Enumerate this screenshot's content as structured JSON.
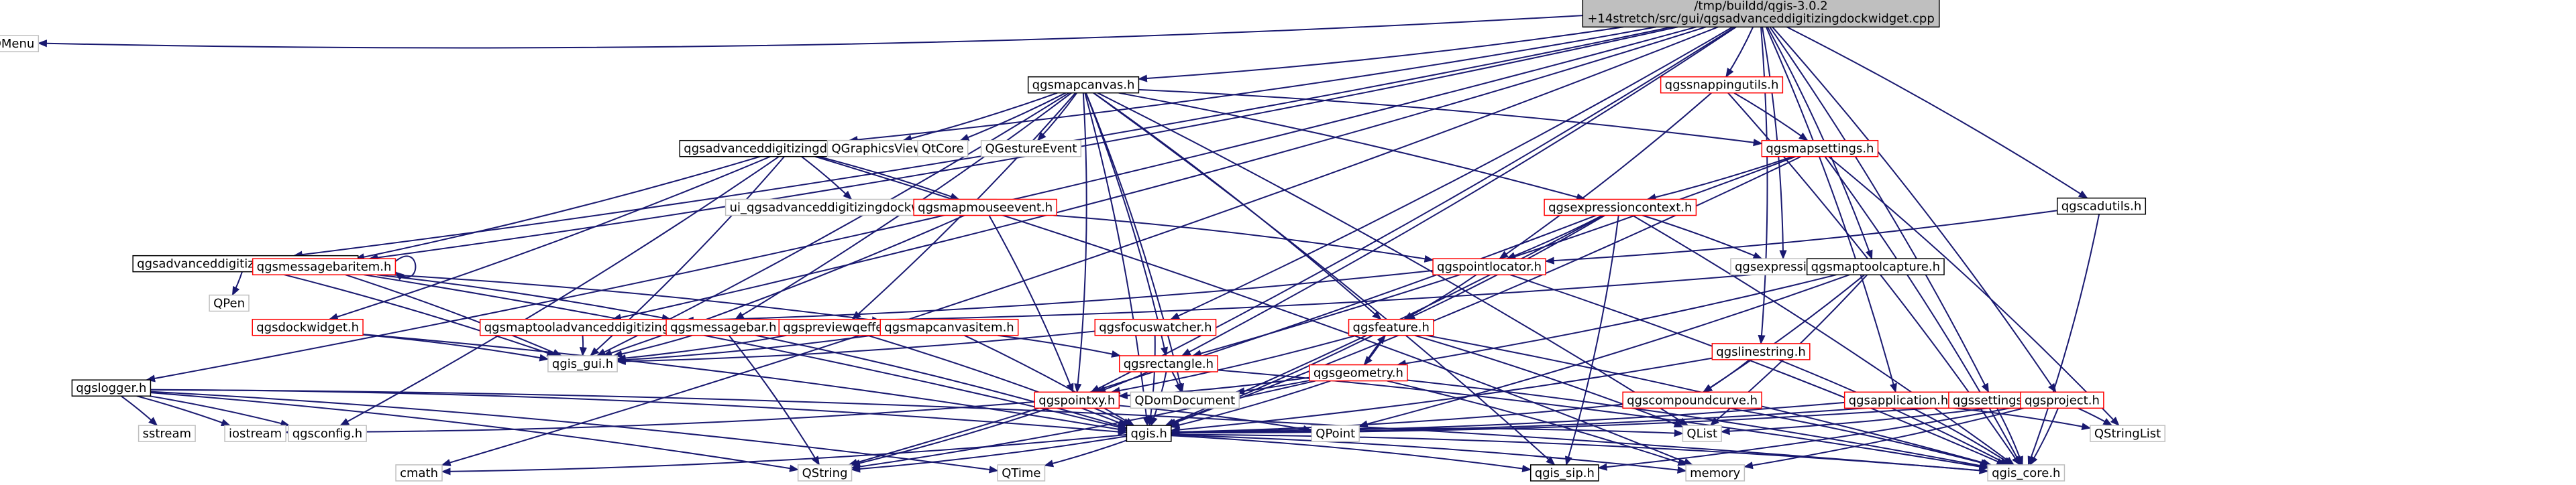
{
  "diagram": {
    "title": "Include dependency graph",
    "root": {
      "id": "root",
      "lines": [
        "/tmp/buildd/qgis-3.0.2",
        "+14stretch/src/gui/qgsadvanceddigitizingdockwidget.cpp"
      ]
    },
    "nodes": [
      {
        "id": "qmenu",
        "label": "QMenu",
        "style": "ext"
      },
      {
        "id": "qgsmapcanvas",
        "label": "qgsmapcanvas.h",
        "style": "black"
      },
      {
        "id": "qgssnappingutils",
        "label": "qgssnappingutils.h",
        "style": "red"
      },
      {
        "id": "qgsadvdock",
        "label": "qgsadvanceddigitizingdockwidget.h",
        "style": "black"
      },
      {
        "id": "qgsmapsettings",
        "label": "qgsmapsettings.h",
        "style": "red"
      },
      {
        "id": "qgscadutils",
        "label": "qgscadutils.h",
        "style": "black"
      },
      {
        "id": "uiadv",
        "label": "ui_qgsadvanceddigitizingdockwidgetbase.h",
        "style": "ext"
      },
      {
        "id": "qgsmapmouseevent",
        "label": "qgsmapmouseevent.h",
        "style": "red"
      },
      {
        "id": "qgsexpressioncontext",
        "label": "qgsexpressioncontext.h",
        "style": "red"
      },
      {
        "id": "qgraphicsview",
        "label": "QGraphicsView",
        "style": "ext"
      },
      {
        "id": "qtcore",
        "label": "QtCore",
        "style": "ext"
      },
      {
        "id": "qgestureevent",
        "label": "QGestureEvent",
        "style": "ext"
      },
      {
        "id": "qgsadvcanvasitem",
        "label": "qgsadvanceddigitizingcanvasitem.h",
        "style": "black"
      },
      {
        "id": "qgsmessagebaritem",
        "label": "qgsmessagebaritem.h",
        "style": "red"
      },
      {
        "id": "qgspointlocator",
        "label": "qgspointlocator.h",
        "style": "red"
      },
      {
        "id": "qgsexpression",
        "label": "qgsexpression.h",
        "style": "ext"
      },
      {
        "id": "qgsmaptoolcapture",
        "label": "qgsmaptoolcapture.h",
        "style": "black"
      },
      {
        "id": "qpen",
        "label": "QPen",
        "style": "ext"
      },
      {
        "id": "qgsdockwidget",
        "label": "qgsdockwidget.h",
        "style": "red"
      },
      {
        "id": "qgsmaptooladv",
        "label": "qgsmaptooladvanceddigitizing.h",
        "style": "red"
      },
      {
        "id": "qgsmessagebar",
        "label": "qgsmessagebar.h",
        "style": "red"
      },
      {
        "id": "qgspreviewqeffect",
        "label": "qgspreviewqeffect.h",
        "style": "red"
      },
      {
        "id": "qgsmapcanvasitem",
        "label": "qgsmapcanvasitem.h",
        "style": "red"
      },
      {
        "id": "qgsfocuswatcher",
        "label": "qgsfocuswatcher.h",
        "style": "red"
      },
      {
        "id": "qgsfeature",
        "label": "qgsfeature.h",
        "style": "red"
      },
      {
        "id": "qgslinestring",
        "label": "qgslinestring.h",
        "style": "red"
      },
      {
        "id": "qgsgui",
        "label": "qgis_gui.h",
        "style": "ext"
      },
      {
        "id": "qgsrectangle",
        "label": "qgsrectangle.h",
        "style": "red"
      },
      {
        "id": "qgsgeometry",
        "label": "qgsgeometry.h",
        "style": "red"
      },
      {
        "id": "qgslogger",
        "label": "qgslogger.h",
        "style": "black"
      },
      {
        "id": "qgspointxy",
        "label": "qgspointxy.h",
        "style": "red"
      },
      {
        "id": "qdomdocument",
        "label": "QDomDocument",
        "style": "ext"
      },
      {
        "id": "qgscompoundcurve",
        "label": "qgscompoundcurve.h",
        "style": "red"
      },
      {
        "id": "qgsapplication",
        "label": "qgsapplication.h",
        "style": "red"
      },
      {
        "id": "qgssettings",
        "label": "qgssettings.h",
        "style": "red"
      },
      {
        "id": "qgsproject",
        "label": "qgsproject.h",
        "style": "red"
      },
      {
        "id": "sstream",
        "label": "sstream",
        "style": "ext"
      },
      {
        "id": "iostream",
        "label": "iostream",
        "style": "ext"
      },
      {
        "id": "qgsconfig",
        "label": "qgsconfig.h",
        "style": "ext"
      },
      {
        "id": "qgis",
        "label": "qgis.h",
        "style": "black"
      },
      {
        "id": "qpoint",
        "label": "QPoint",
        "style": "ext"
      },
      {
        "id": "qlist",
        "label": "QList",
        "style": "ext"
      },
      {
        "id": "qstringlist",
        "label": "QStringList",
        "style": "ext"
      },
      {
        "id": "cmath",
        "label": "cmath",
        "style": "ext"
      },
      {
        "id": "qstring",
        "label": "QString",
        "style": "ext"
      },
      {
        "id": "qtime",
        "label": "QTime",
        "style": "ext"
      },
      {
        "id": "qgissip",
        "label": "qgis_sip.h",
        "style": "black"
      },
      {
        "id": "memory",
        "label": "memory",
        "style": "ext"
      },
      {
        "id": "qgiscore",
        "label": "qgis_core.h",
        "style": "ext"
      }
    ],
    "edges": [
      [
        "root",
        "qmenu"
      ],
      [
        "root",
        "qgsmapcanvas"
      ],
      [
        "root",
        "qgssnappingutils"
      ],
      [
        "root",
        "qgsadvdock"
      ],
      [
        "root",
        "qgscadutils"
      ],
      [
        "root",
        "qgsadvcanvasitem"
      ],
      [
        "root",
        "qgsmessagebaritem"
      ],
      [
        "root",
        "qgsexpression"
      ],
      [
        "root",
        "qgsmaptoolcapture"
      ],
      [
        "root",
        "qgsmaptooladv"
      ],
      [
        "root",
        "qgsfocuswatcher"
      ],
      [
        "root",
        "qgslinestring"
      ],
      [
        "root",
        "qgslogger"
      ],
      [
        "root",
        "qgspointxy"
      ],
      [
        "root",
        "qgsapplication"
      ],
      [
        "root",
        "qgssettings"
      ],
      [
        "root",
        "qgsproject"
      ],
      [
        "root",
        "cmath"
      ],
      [
        "root",
        "qgsrectangle"
      ],
      [
        "qgsmapcanvas",
        "qgraphicsview"
      ],
      [
        "qgsmapcanvas",
        "qtcore"
      ],
      [
        "qgsmapcanvas",
        "qgestureevent"
      ],
      [
        "qgsmapcanvas",
        "qgsmapsettings"
      ],
      [
        "qgsmapcanvas",
        "qgsexpressioncontext"
      ],
      [
        "qgsmapcanvas",
        "qgsmessagebar"
      ],
      [
        "qgsmapcanvas",
        "qgspreviewqeffect"
      ],
      [
        "qgsmapcanvas",
        "qgsfeature"
      ],
      [
        "qgsmapcanvas",
        "qgsrectangle"
      ],
      [
        "qgsmapcanvas",
        "qgspointxy"
      ],
      [
        "qgsmapcanvas",
        "qgis"
      ],
      [
        "qgsmapcanvas",
        "qgsgui"
      ],
      [
        "qgsmapcanvas",
        "qdomdocument"
      ],
      [
        "qgsmapcanvas",
        "qgissip"
      ],
      [
        "qgsmapcanvas",
        "qlist"
      ],
      [
        "qgssnappingutils",
        "qgsmapsettings"
      ],
      [
        "qgssnappingutils",
        "qgspointlocator"
      ],
      [
        "qgssnappingutils",
        "qgiscore"
      ],
      [
        "qgsadvdock",
        "uiadv"
      ],
      [
        "qgsadvdock",
        "qgsmapmouseevent"
      ],
      [
        "qgsadvdock",
        "qgsmessagebaritem"
      ],
      [
        "qgsadvdock",
        "qgsdockwidget"
      ],
      [
        "qgsadvdock",
        "qgsgui"
      ],
      [
        "qgsadvdock",
        "qgsconfig"
      ],
      [
        "qgsadvdock",
        "memory"
      ],
      [
        "qgsmapsettings",
        "qgsexpressioncontext"
      ],
      [
        "qgsmapsettings",
        "qgsrectangle"
      ],
      [
        "qgsmapsettings",
        "qgis"
      ],
      [
        "qgsmapsettings",
        "qgiscore"
      ],
      [
        "qgsmapsettings",
        "qstringlist"
      ],
      [
        "qgscadutils",
        "qgspointlocator"
      ],
      [
        "qgscadutils",
        "qgiscore"
      ],
      [
        "qgsmapmouseevent",
        "qgspointlocator"
      ],
      [
        "qgsmapmouseevent",
        "qgspointxy"
      ],
      [
        "qgsmapmouseevent",
        "qgsgui"
      ],
      [
        "qgsexpressioncontext",
        "qgsexpression"
      ],
      [
        "qgsexpressioncontext",
        "qgspointlocator"
      ],
      [
        "qgsexpressioncontext",
        "qgsfeature"
      ],
      [
        "qgsexpressioncontext",
        "qgis"
      ],
      [
        "qgsexpressioncontext",
        "qgiscore"
      ],
      [
        "qgsexpressioncontext",
        "qstring"
      ],
      [
        "qgsexpressioncontext",
        "qgissip"
      ],
      [
        "qgsadvcanvasitem",
        "qpen"
      ],
      [
        "qgsadvcanvasitem",
        "qgsmapcanvasitem"
      ],
      [
        "qgsadvcanvasitem",
        "qgsgui"
      ],
      [
        "qgsmessagebaritem",
        "qgsmessagebar"
      ],
      [
        "qgsmessagebaritem",
        "qgsgui"
      ],
      [
        "qgsmessagebaritem",
        "qgis"
      ],
      [
        "qgspointlocator",
        "qgsfeature"
      ],
      [
        "qgspointlocator",
        "qgsmaptooladv"
      ],
      [
        "qgspointlocator",
        "qgiscore"
      ],
      [
        "qgsmaptoolcapture",
        "qgsmaptooladv"
      ],
      [
        "qgsmaptoolcapture",
        "qgsgeometry"
      ],
      [
        "qgsmaptoolcapture",
        "qgscompoundcurve"
      ],
      [
        "qgsmaptoolcapture",
        "qpoint"
      ],
      [
        "qgsmaptoolcapture",
        "qlist"
      ],
      [
        "qgsdockwidget",
        "qgsgui"
      ],
      [
        "qgsdockwidget",
        "qgis"
      ],
      [
        "qgsmaptooladv",
        "qgsgui"
      ],
      [
        "qgsmessagebar",
        "qgsgui"
      ],
      [
        "qgsmessagebar",
        "qgis"
      ],
      [
        "qgsmessagebar",
        "qstring"
      ],
      [
        "qgspreviewqeffect",
        "qgsgui"
      ],
      [
        "qgspreviewqeffect",
        "qgis"
      ],
      [
        "qgsmapcanvasitem",
        "qgsrectangle"
      ],
      [
        "qgsmapcanvasitem",
        "qgsgui"
      ],
      [
        "qgsmapcanvasitem",
        "qgis"
      ],
      [
        "qgsfocuswatcher",
        "qgsgui"
      ],
      [
        "qgsfocuswatcher",
        "qgis"
      ],
      [
        "qgsfeature",
        "qgsgeometry"
      ],
      [
        "qgsfeature",
        "qgspointxy"
      ],
      [
        "qgsfeature",
        "qlist"
      ],
      [
        "qgsfeature",
        "qgiscore"
      ],
      [
        "qgsfeature",
        "qgis"
      ],
      [
        "qgslinestring",
        "qgscompoundcurve"
      ],
      [
        "qgslinestring",
        "qgis"
      ],
      [
        "qgslinestring",
        "qgiscore"
      ],
      [
        "qgsrectangle",
        "qgspointxy"
      ],
      [
        "qgsrectangle",
        "qdomdocument"
      ],
      [
        "qgsrectangle",
        "qgis"
      ],
      [
        "qgsrectangle",
        "qgiscore"
      ],
      [
        "qgsgeometry",
        "qgsfeature"
      ],
      [
        "qgsgeometry",
        "qgspointxy"
      ],
      [
        "qgsgeometry",
        "qdomdocument"
      ],
      [
        "qgsgeometry",
        "qgis"
      ],
      [
        "qgsgeometry",
        "qgiscore"
      ],
      [
        "qgsgeometry",
        "memory"
      ],
      [
        "qgsgeometry",
        "qstring"
      ],
      [
        "qgslogger",
        "sstream"
      ],
      [
        "qgslogger",
        "iostream"
      ],
      [
        "qgslogger",
        "qgsconfig"
      ],
      [
        "qgslogger",
        "qgis"
      ],
      [
        "qgslogger",
        "qstring"
      ],
      [
        "qgslogger",
        "qtime"
      ],
      [
        "qgslogger",
        "qgiscore"
      ],
      [
        "qgspointxy",
        "qgis"
      ],
      [
        "qgspointxy",
        "qstring"
      ],
      [
        "qgspointxy",
        "qpoint"
      ],
      [
        "qgspointxy",
        "iostream"
      ],
      [
        "qgscompoundcurve",
        "qgis"
      ],
      [
        "qgscompoundcurve",
        "qgiscore"
      ],
      [
        "qgsapplication",
        "qgis"
      ],
      [
        "qgsapplication",
        "qstringlist"
      ],
      [
        "qgsapplication",
        "qgiscore"
      ],
      [
        "qgssettings",
        "qgis"
      ],
      [
        "qgssettings",
        "qgiscore"
      ],
      [
        "qgsproject",
        "qgis"
      ],
      [
        "qgsproject",
        "qgiscore"
      ],
      [
        "qgsproject",
        "qlist"
      ],
      [
        "qgsproject",
        "qstringlist"
      ],
      [
        "qgsproject",
        "qgissip"
      ],
      [
        "qgsproject",
        "memory"
      ],
      [
        "qgis",
        "qstring"
      ],
      [
        "qgis",
        "qtime"
      ],
      [
        "qgis",
        "cmath"
      ],
      [
        "qgis",
        "memory"
      ],
      [
        "qgis",
        "qgissip"
      ],
      [
        "qgis",
        "qgiscore"
      ],
      [
        "qgis",
        "qlist"
      ]
    ],
    "self_loops": [
      "qgsmessagebaritem"
    ]
  },
  "colors": {
    "black": "#000000",
    "red": "#ff0000",
    "ext": "#bfbfbf",
    "root_fill": "#bfbfbf",
    "edge": "#191970",
    "text": "#000000"
  }
}
